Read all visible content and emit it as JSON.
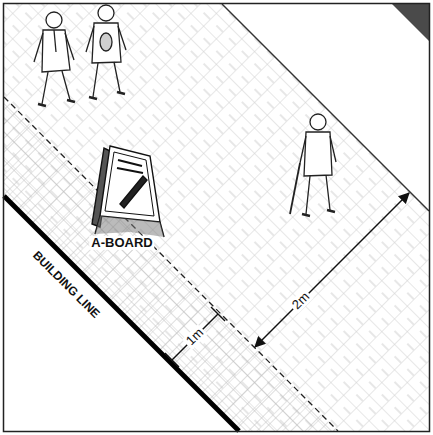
{
  "diagram": {
    "labels": [
      "A-BOARD",
      "BUILDING LINE",
      "2m",
      "1m"
    ]
  }
}
